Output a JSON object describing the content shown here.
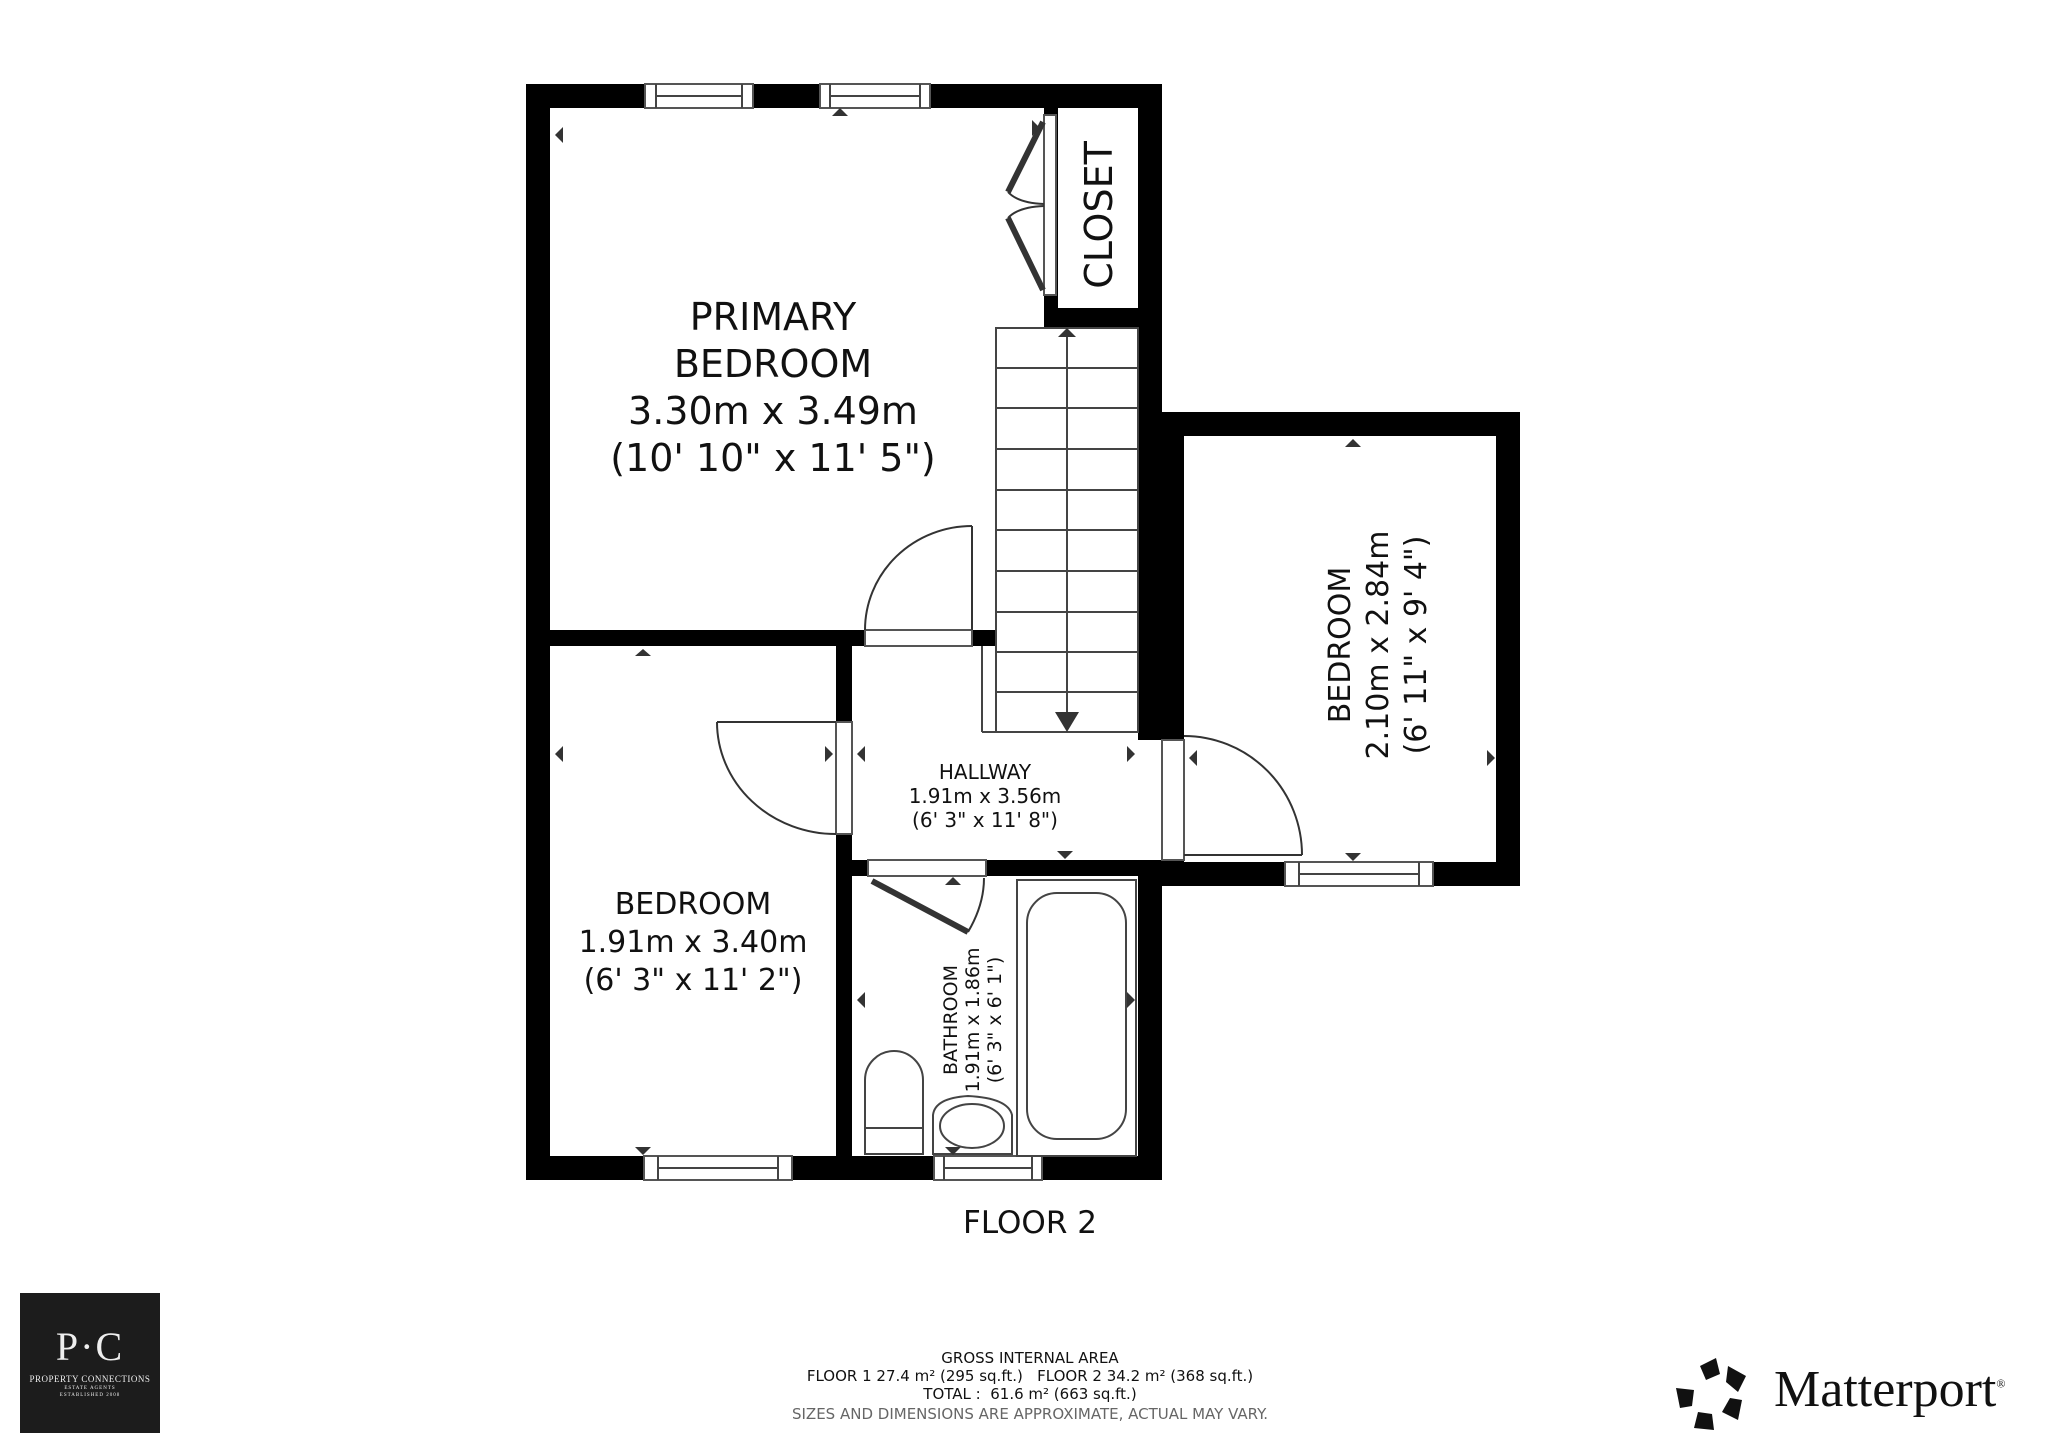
{
  "floor": {
    "label": "FLOOR 2"
  },
  "rooms": {
    "primary_bedroom": {
      "name_line1": "PRIMARY",
      "name_line2": "BEDROOM",
      "metric": "3.30m x 3.49m",
      "imperial": "(10' 10\" x 11' 5\")"
    },
    "closet": {
      "name": "CLOSET"
    },
    "bedroom_right": {
      "name": "BEDROOM",
      "metric": "2.10m x 2.84m",
      "imperial": "(6' 11\" x 9' 4\")"
    },
    "bedroom_left": {
      "name": "BEDROOM",
      "metric": "1.91m x 3.40m",
      "imperial": "(6' 3\" x 11' 2\")"
    },
    "hallway": {
      "name": "HALLWAY",
      "metric": "1.91m x 3.56m",
      "imperial": "(6' 3\" x 11' 8\")"
    },
    "bathroom": {
      "name": "BATHROOM",
      "metric": "1.91m x 1.86m",
      "imperial": "(6' 3\" x 6' 1\")"
    }
  },
  "gross_internal_area": {
    "title": "GROSS INTERNAL AREA",
    "floors_line": "FLOOR 1 27.4 m² (295 sq.ft.)   FLOOR 2 34.2 m² (368 sq.ft.)",
    "total_line": "TOTAL :  61.6 m² (663 sq.ft.)",
    "disclaimer": "SIZES AND DIMENSIONS ARE APPROXIMATE, ACTUAL MAY VARY."
  },
  "agent_logo": {
    "monogram": "P·C",
    "name": "PROPERTY CONNECTIONS",
    "tagline1": "ESTATE AGENTS",
    "tagline2": "ESTABLISHED 2008"
  },
  "brand_logo": {
    "wordmark": "Matterport",
    "registered": "®",
    "icon": "matterport-star-icon"
  },
  "colors": {
    "wall": "#000000",
    "line": "#444444",
    "marker": "#333333",
    "agent_logo_bg": "#1c1c1c"
  }
}
